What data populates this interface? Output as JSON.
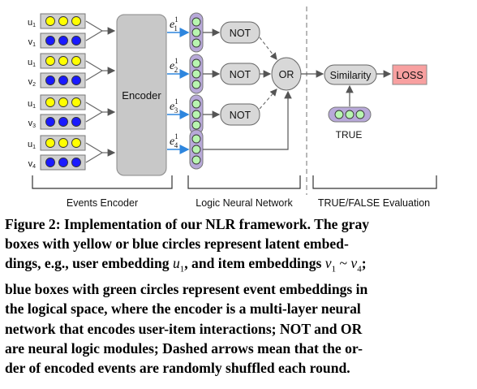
{
  "inputs": [
    {
      "user": "u",
      "user_sub": "1",
      "item": "v",
      "item_sub": "1"
    },
    {
      "user": "u",
      "user_sub": "1",
      "item": "v",
      "item_sub": "2"
    },
    {
      "user": "u",
      "user_sub": "1",
      "item": "v",
      "item_sub": "3"
    },
    {
      "user": "u",
      "user_sub": "1",
      "item": "v",
      "item_sub": "4"
    }
  ],
  "encoder_label": "Encoder",
  "events": [
    {
      "base": "e",
      "sub": "1",
      "sup": "1"
    },
    {
      "base": "e",
      "sub": "2",
      "sup": "1"
    },
    {
      "base": "e",
      "sub": "3",
      "sup": "1"
    },
    {
      "base": "e",
      "sub": "4",
      "sup": "1"
    }
  ],
  "not_label": "NOT",
  "or_label": "OR",
  "similarity_label": "Similarity",
  "loss_label": "LOSS",
  "true_label": "TRUE",
  "section_labels": {
    "encoder": "Events Encoder",
    "logic": "Logic Neural Network",
    "eval": "TRUE/FALSE Evaluation"
  },
  "colors": {
    "yellow": "#ffff00",
    "blue": "#1a1aff",
    "green_circle": "#b8f5b0",
    "event_box": "#b8a9d9",
    "encoder_box": "#c8c8c8",
    "gray_box": "#d0d0d0",
    "loss_box": "#f8a0a0",
    "arrow_blue": "#2e86de"
  },
  "caption": {
    "line1": "Figure 2: Implementation of our NLR framework. The gray",
    "line2": "boxes with yellow or blue circles represent latent embed-",
    "line3a": "dings, e.g., user embedding ",
    "line3_u": "u",
    "line3_u_sub": "1",
    "line3b": ", and item embeddings ",
    "line3_v1": "v",
    "line3_v1_sub": "1",
    "line3_tilde": " ~ ",
    "line3_v4": "v",
    "line3_v4_sub": "4",
    "line3c": ";",
    "line4": "blue boxes with green circles represent event embeddings in",
    "line5": "the logical space, where the encoder is a multi-layer neural",
    "line6": "network that encodes user-item interactions; NOT and OR",
    "line7": "are neural logic modules; Dashed arrows mean that the or-",
    "line8": "der of encoded events are randomly shuffled each round."
  }
}
